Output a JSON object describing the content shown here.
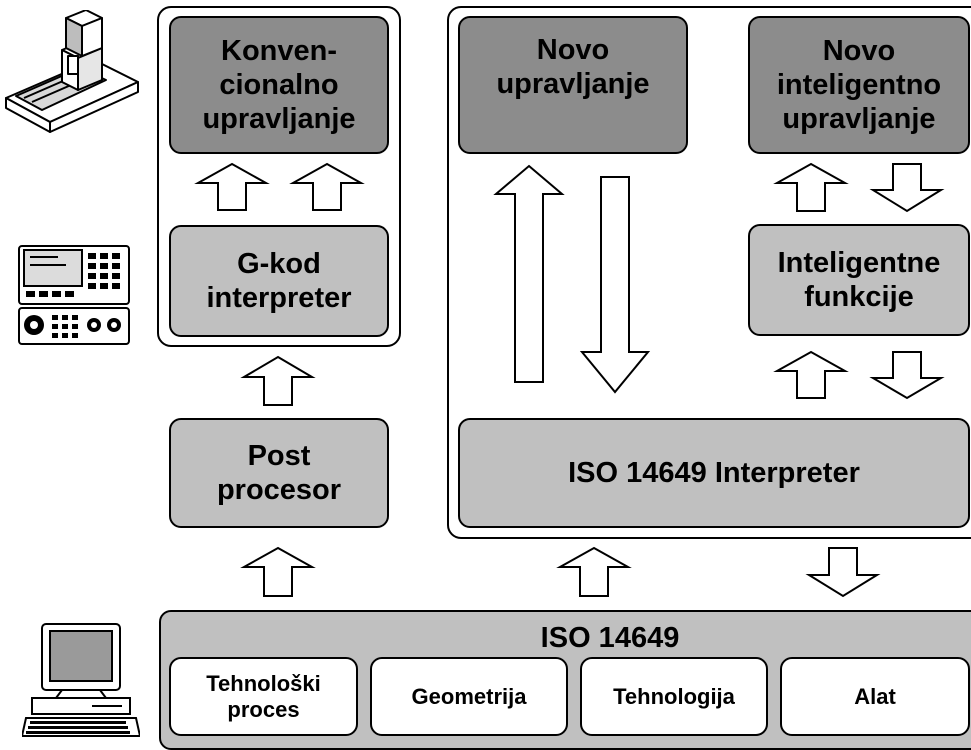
{
  "left_panel": {
    "conventional_control": "Konven-\ncionalno\nupravljanje",
    "gcode_interpreter": "G-kod\ninterpreter"
  },
  "post_processor": "Post\nprocesor",
  "right_panel": {
    "new_control": "Novo\nupravljanje",
    "new_intelligent_control": "Novo\ninteligentno\nupravljanje",
    "intelligent_functions": "Inteligentne\nfunkcije",
    "iso_interpreter": "ISO 14649 Interpreter"
  },
  "iso_bar": {
    "title": "ISO 14649",
    "items": [
      "Tehnološki\nproces",
      "Geometrija",
      "Tehnologija",
      "Alat"
    ]
  },
  "icons": [
    "milling-machine-icon",
    "cnc-controller-icon",
    "computer-workstation-icon"
  ]
}
